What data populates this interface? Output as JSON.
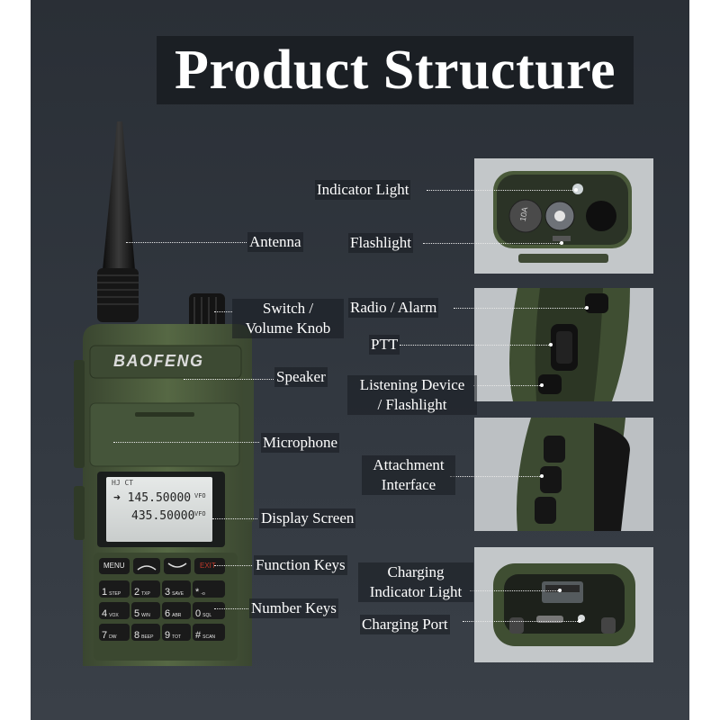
{
  "title": "Product Structure",
  "brand": "BAOFENG",
  "display": {
    "header": "HJ CT",
    "freq1": "145.50000",
    "freq2": "435.50000",
    "mode1": "VFO",
    "mode2": "VFO"
  },
  "keys": {
    "menu": "MENU",
    "exit": "EXIT",
    "row1": [
      {
        "num": "1",
        "sub": "STEP"
      },
      {
        "num": "2",
        "sub": "TXP"
      },
      {
        "num": "3",
        "sub": "SAVE"
      },
      {
        "num": "*",
        "sub": "-o"
      }
    ],
    "row2": [
      {
        "num": "4",
        "sub": "VOX"
      },
      {
        "num": "5",
        "sub": "W/N"
      },
      {
        "num": "6",
        "sub": "ABR"
      },
      {
        "num": "0",
        "sub": "SQL"
      }
    ],
    "row3": [
      {
        "num": "7",
        "sub": "DW"
      },
      {
        "num": "8",
        "sub": "BEEP"
      },
      {
        "num": "9",
        "sub": "TOT"
      },
      {
        "num": "#",
        "sub": "SCAN"
      }
    ]
  },
  "knob_text": "10A",
  "labels": {
    "indicator_light": "Indicator Light",
    "antenna": "Antenna",
    "flashlight": "Flashlight",
    "switch_volume_1": "Switch /",
    "switch_volume_2": "Volume Knob",
    "radio_alarm": "Radio / Alarm",
    "ptt": "PTT",
    "speaker": "Speaker",
    "listening_1": "Listening Device",
    "listening_2": "/ Flashlight",
    "microphone": "Microphone",
    "attachment_1": "Attachment",
    "attachment_2": "Interface",
    "display_screen": "Display Screen",
    "function_keys": "Function Keys",
    "charging_indicator_1": "Charging",
    "charging_indicator_2": "Indicator Light",
    "number_keys": "Number Keys",
    "charging_port": "Charging Port"
  },
  "colors": {
    "body_green": "#4e5f3e",
    "body_dark": "#2f3a27",
    "screen": "#d9dcdc",
    "exit_red": "#c0392b"
  }
}
